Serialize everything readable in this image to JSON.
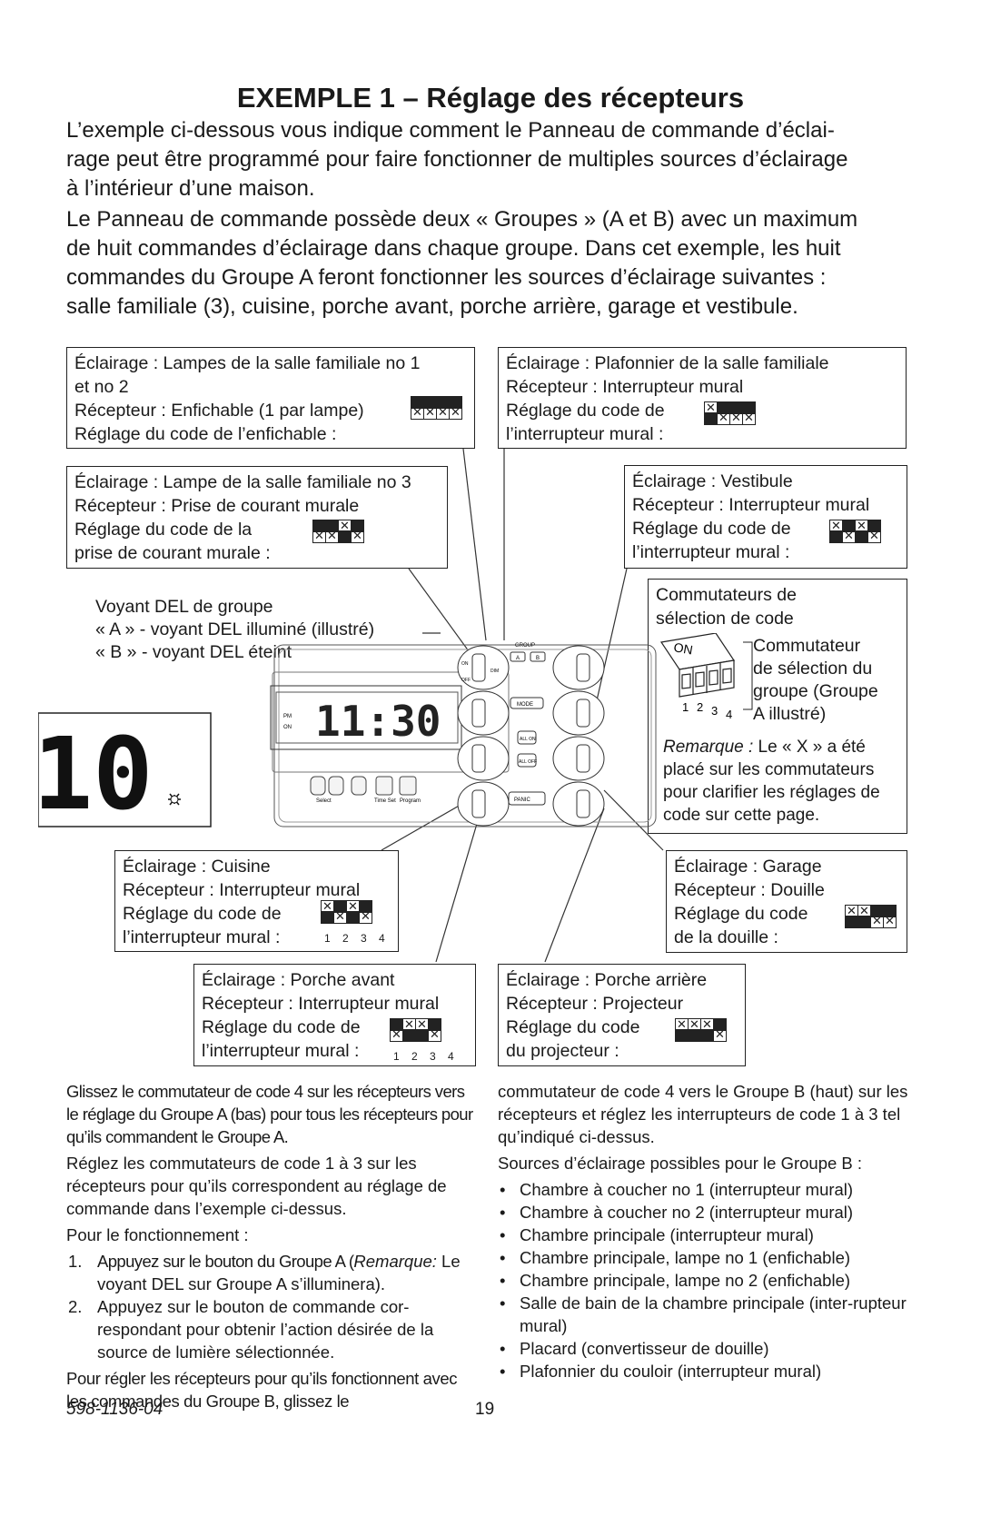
{
  "title": "EXEMPLE 1 – Réglage des récepteurs",
  "intro": {
    "p1": [
      "L’exemple ci-dessous vous indique comment le Panneau de commande d’éclai-",
      "rage peut être programmé pour faire fonctionner de multiples sources d’éclairage",
      "à l’intérieur d’une maison."
    ],
    "p2": [
      "Le Panneau de commande possède deux « Groupes » (A et B) avec un maximum",
      "de huit commandes d’éclairage dans chaque groupe. Dans cet exemple, les huit",
      "commandes du Groupe A feront fonctionner les sources d’éclairage suivantes :",
      "salle familiale (3), cuisine, porche avant, porche arrière, garage et vestibule."
    ]
  },
  "boxes": {
    "b1": [
      "Éclairage : Lampes de la salle familiale no 1",
      "et no 2",
      "Récepteur : Enfichable (1 par lampe)",
      "Réglage du code de l’enfichable :"
    ],
    "b2": [
      "Éclairage : Plafonnier de la salle familiale",
      "Récepteur : Interrupteur mural",
      "Réglage du code de",
      "l’interrupteur mural :"
    ],
    "b3": [
      "Éclairage : Lampe de la salle familiale no 3",
      "Récepteur : Prise de courant murale",
      "Réglage du code de la",
      "prise de courant murale :"
    ],
    "b4": [
      "Éclairage : Vestibule",
      "Récepteur : Interrupteur mural",
      "Réglage du code de",
      "l’interrupteur mural :"
    ],
    "b5": [
      "Commutateurs de",
      "sélection de code"
    ],
    "b6": [
      "Éclairage : Cuisine",
      "Récepteur : Interrupteur mural",
      "Réglage du code de",
      "l’interrupteur mural :"
    ],
    "b7": [
      "Éclairage : Garage",
      "Récepteur : Douille",
      "Réglage du code",
      "de la douille :"
    ],
    "b8": [
      "Éclairage : Porche avant",
      "Récepteur : Interrupteur mural",
      "Réglage du code de",
      "l’interrupteur mural :"
    ],
    "b9": [
      "Éclairage : Porche arrière",
      "Récepteur : Projecteur",
      "Réglage du code",
      "du projecteur :"
    ]
  },
  "switch_numbers": "1 2 3 4",
  "led_label": [
    "Voyant DEL de groupe",
    "« A » - voyant DEL illuminé (illustré)",
    "« B » - voyant DEL éteint"
  ],
  "selector_label": [
    "Commutateur",
    "de sélection du",
    "groupe (Groupe",
    "A illustré)"
  ],
  "remark": {
    "lead": "Remarque :",
    "rest": [
      " Le « X » a été",
      "placé sur les commutateurs",
      "pour clarifier les réglages de",
      "code sur cette page."
    ]
  },
  "diagram": {
    "on_label": "ON",
    "dial_numbers": [
      "1",
      "2",
      "3",
      "4"
    ],
    "display": "11:30",
    "zoom_digits": "10",
    "panel_labels": {
      "group": "GROUP",
      "a": "A",
      "b": "B",
      "on": "ON",
      "off": "OFF",
      "dim": "DIM",
      "mode": "MODE",
      "all_on": "ALL ON",
      "all_off": "ALL OFF",
      "panic": "PANIC",
      "select": "Select",
      "time_set": "Time Set",
      "program": "Program",
      "pm": "PM",
      "on_small": "ON"
    }
  },
  "col_left": {
    "p1": "Glissez le commutateur de code 4 sur les récepteurs vers le réglage du Groupe A (bas) pour tous les récepteurs pour qu’ils commandent le Groupe A.",
    "p2": "Réglez les commutateurs de code 1 à 3 sur les récepteurs pour qu’ils correspondent au réglage de commande dans l’exemple ci-dessus.",
    "p3": "Pour le fonctionnement :",
    "step1_num": "1.",
    "step1_a": "Appuyez sur le bouton du Groupe A (",
    "step1_em": "Remarque:",
    "step1_b": " Le voyant DEL sur Groupe A s’illuminera).",
    "step2_num": "2.",
    "step2": "Appuyez sur le bouton de commande cor-respondant pour obtenir l’action désirée de la source de lumière sélectionnée.",
    "p4": "Pour régler les récepteurs pour qu’ils fonctionnent avec les commandes du Groupe B, glissez le"
  },
  "col_right": {
    "p1": "commutateur de code 4 vers le Groupe B (haut) sur les récepteurs et réglez les interrupteurs de code 1 à 3 tel qu’indiqué ci-dessus.",
    "p2": "Sources d’éclairage possibles pour le Groupe B :",
    "bullet": "•",
    "items": [
      "Chambre à coucher no 1 (interrupteur mural)",
      "Chambre à coucher no 2 (interrupteur mural)",
      "Chambre principale (interrupteur mural)",
      "Chambre principale, lampe no 1 (enfichable)",
      "Chambre principale, lampe no 2 (enfichable)",
      "Salle de bain de la chambre principale (inter-rupteur mural)",
      "Placard (convertisseur de douille)",
      "Plafonnier du couloir (interrupteur mural)"
    ]
  },
  "footer": {
    "code": "598-1136-04",
    "page": "19"
  }
}
